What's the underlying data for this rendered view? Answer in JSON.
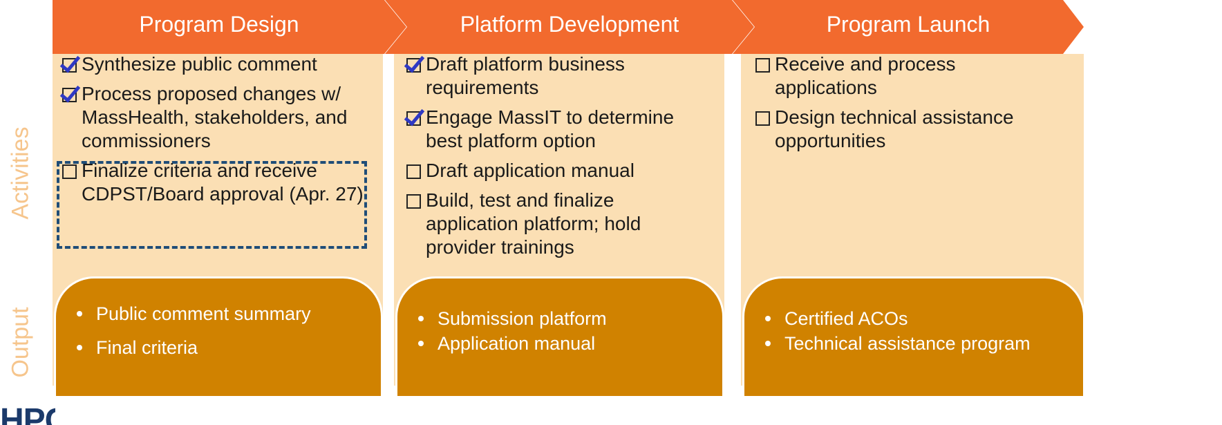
{
  "row_labels": {
    "activities": "Activities",
    "output": "Output"
  },
  "colors": {
    "chevron": "#f26a2e",
    "activity_bg": "#fbdfb4",
    "output_bg": "#d08200",
    "check": "#2f39c4",
    "dashed_border": "#1f4d78",
    "label": "#f6c58c"
  },
  "phases": [
    {
      "title": "Program Design",
      "activities": [
        {
          "text": "Synthesize public comment",
          "checked": true
        },
        {
          "text": "Process proposed changes w/ MassHealth, stakeholders, and commissioners",
          "checked": true
        },
        {
          "text": "Finalize criteria and receive CDPST/Board approval (Apr. 27)",
          "checked": false,
          "highlighted": true
        }
      ],
      "outputs": [
        "Public comment summary",
        "Final criteria"
      ]
    },
    {
      "title": "Platform Development",
      "activities": [
        {
          "text": "Draft platform business requirements",
          "checked": true
        },
        {
          "text": "Engage MassIT to determine best platform option",
          "checked": true
        },
        {
          "text": "Draft application manual",
          "checked": false
        },
        {
          "text": "Build, test and finalize application platform; hold provider trainings",
          "checked": false
        }
      ],
      "outputs": [
        "Submission platform",
        "Application manual"
      ]
    },
    {
      "title": "Program Launch",
      "activities": [
        {
          "text": "Receive and process applications",
          "checked": false
        },
        {
          "text": "Design technical assistance opportunities",
          "checked": false
        }
      ],
      "outputs": [
        "Certified ACOs",
        "Technical assistance program"
      ]
    }
  ],
  "logo": {
    "text": "HPC"
  }
}
